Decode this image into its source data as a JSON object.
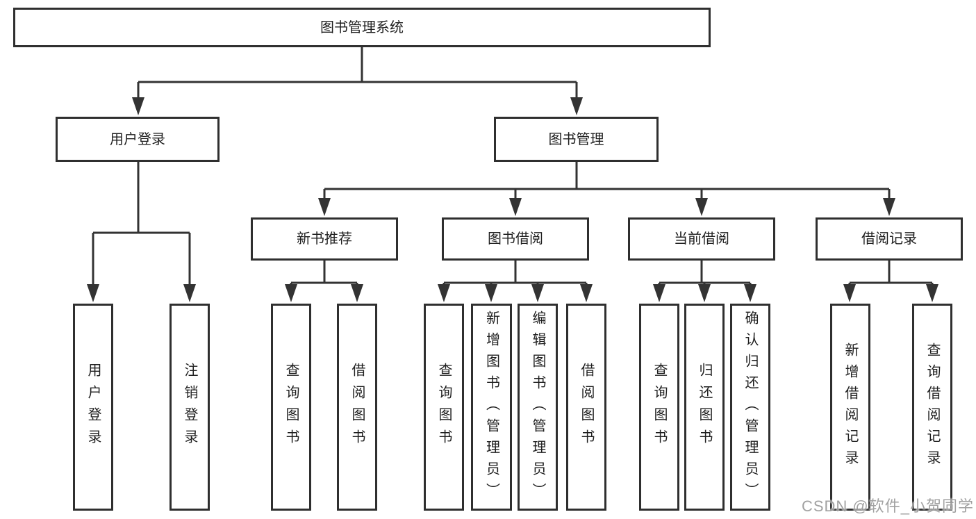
{
  "diagram": {
    "root": {
      "label": "图书管理系统"
    },
    "level2": [
      {
        "label": "用户登录"
      },
      {
        "label": "图书管理"
      }
    ],
    "level3": [
      {
        "label": "新书推荐"
      },
      {
        "label": "图书借阅"
      },
      {
        "label": "当前借阅"
      },
      {
        "label": "借阅记录"
      }
    ],
    "leaves": {
      "user_login": [
        "用户登录",
        "注销登录"
      ],
      "new_book": [
        "查询图书",
        "借阅图书"
      ],
      "borrow": [
        "查询图书",
        "新增图书（管理员）",
        "编辑图书（管理员）",
        "借阅图书"
      ],
      "current": [
        "查询图书",
        "归还图书",
        "确认归还（管理员）"
      ],
      "records": [
        "新增借阅记录",
        "查询借阅记录"
      ]
    }
  },
  "watermark": {
    "text": "CSDN @软件_小贺同学"
  },
  "colors": {
    "line": "#333333",
    "box_border": "#2f2f2f",
    "text": "#1f1f1f",
    "watermark": "#9d9d9d",
    "background": "#ffffff"
  }
}
